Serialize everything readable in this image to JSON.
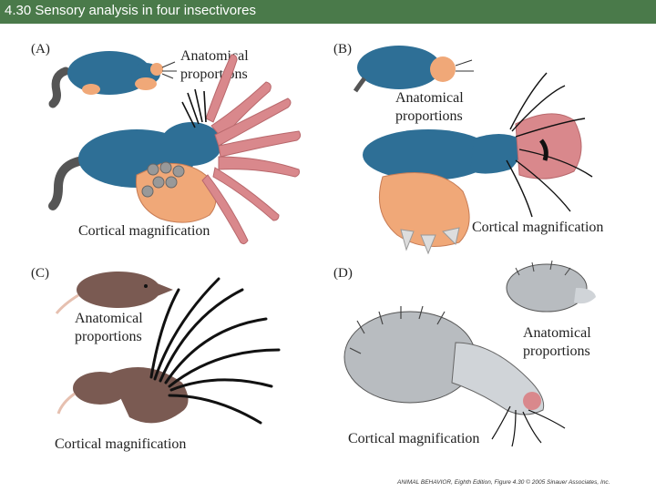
{
  "slide": {
    "title": "4.30 Sensory analysis in four insectivores"
  },
  "panels": {
    "a": {
      "label": "(A)",
      "anatomical_line1": "Anatomical",
      "anatomical_line2": "proportions",
      "cortical": "Cortical magnification"
    },
    "b": {
      "label": "(B)",
      "anatomical_line1": "Anatomical",
      "anatomical_line2": "proportions",
      "cortical": "Cortical magnification"
    },
    "c": {
      "label": "(C)",
      "anatomical_line1": "Anatomical",
      "anatomical_line2": "proportions",
      "cortical": "Cortical magnification"
    },
    "d": {
      "label": "(D)",
      "anatomical_line1": "Anatomical",
      "anatomical_line2": "proportions",
      "cortical": "Cortical magnification"
    }
  },
  "credit": "ANIMAL BEHAVIOR, Eighth Edition, Figure 4.30 © 2005 Sinauer Associates, Inc.",
  "colors": {
    "titlebar": "#4a7a4a",
    "mole_blue": "#2e6f96",
    "skin_peach": "#f0a878",
    "star_pink": "#d9888c",
    "shrew_brown": "#7a5a52",
    "hedgehog_gray": "#b8bcc0"
  }
}
